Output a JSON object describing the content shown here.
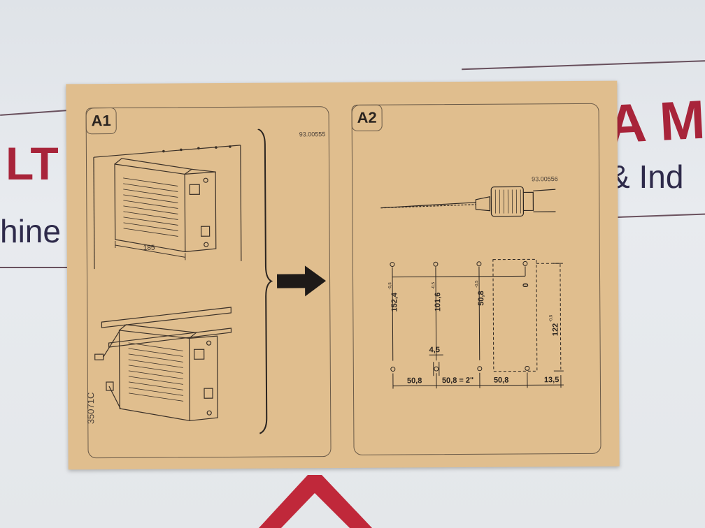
{
  "background": {
    "brand_left_top": "LT",
    "brand_left_bottom": "hine",
    "brand_right_top": "A Ma",
    "brand_right_bottom": "& Ind"
  },
  "card": {
    "panel_a1": {
      "label": "A1",
      "part_code": "93.00555",
      "dimension_width": "185",
      "side_code": "35071C"
    },
    "panel_a2": {
      "label": "A2",
      "part_code": "93.00556",
      "dim_152": "152,4",
      "dim_152_tol": "-0,5",
      "dim_101": "101,6",
      "dim_101_tol": "-0,5",
      "dim_50v": "50,8",
      "dim_50v_tol": "-0,5",
      "dim_zero": "0",
      "dim_122": "122",
      "dim_122_tol": "-0,5",
      "dim_hole": "4,5",
      "dim_h1": "50,8",
      "dim_h2": "50,8 = 2\"",
      "dim_h3": "50,8",
      "dim_h4": "13,5"
    }
  },
  "colors": {
    "card": "#e0be8e",
    "ink": "#2a2420",
    "brand_red": "#a8243a",
    "logo_red": "#c0283a"
  }
}
